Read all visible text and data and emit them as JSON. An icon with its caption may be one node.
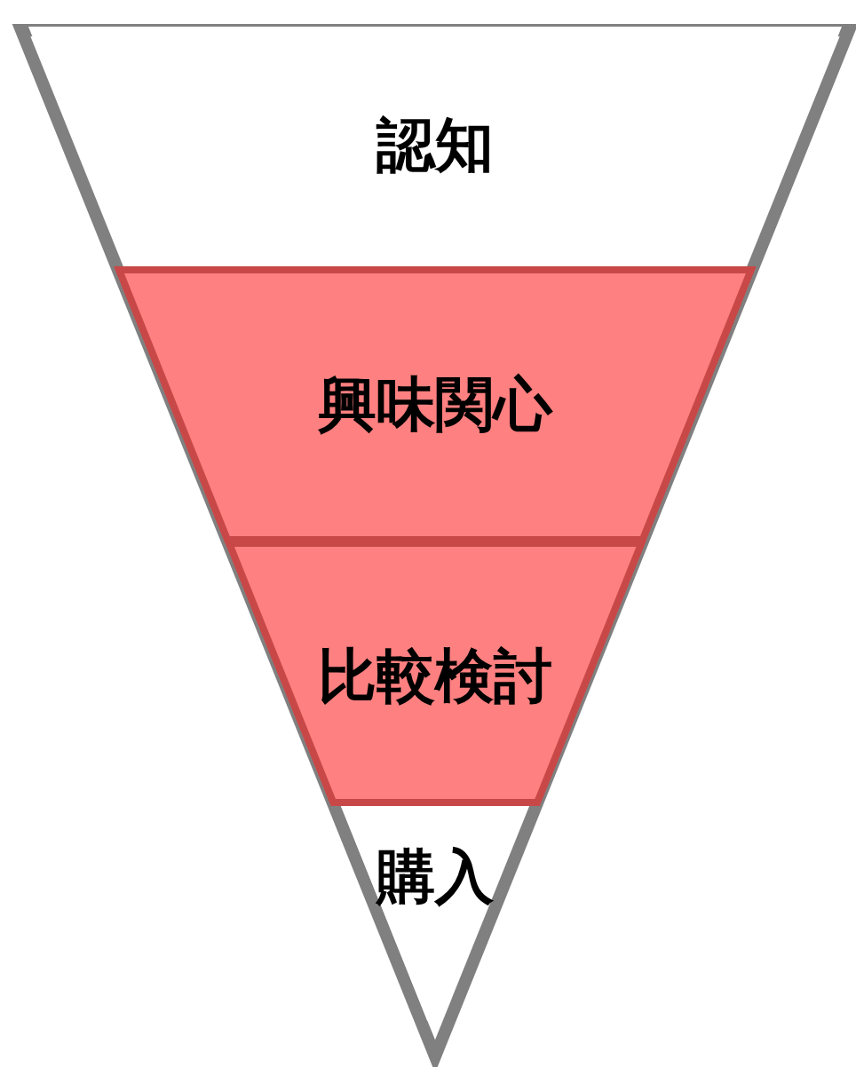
{
  "diagram": {
    "nodes": [
      {
        "text": [
          "認知"
        ]
      },
      {
        "text": [
          "興味関心"
        ]
      },
      {
        "text": [
          "比較検討"
        ]
      },
      {
        "text": [
          "購入"
        ]
      }
    ]
  }
}
